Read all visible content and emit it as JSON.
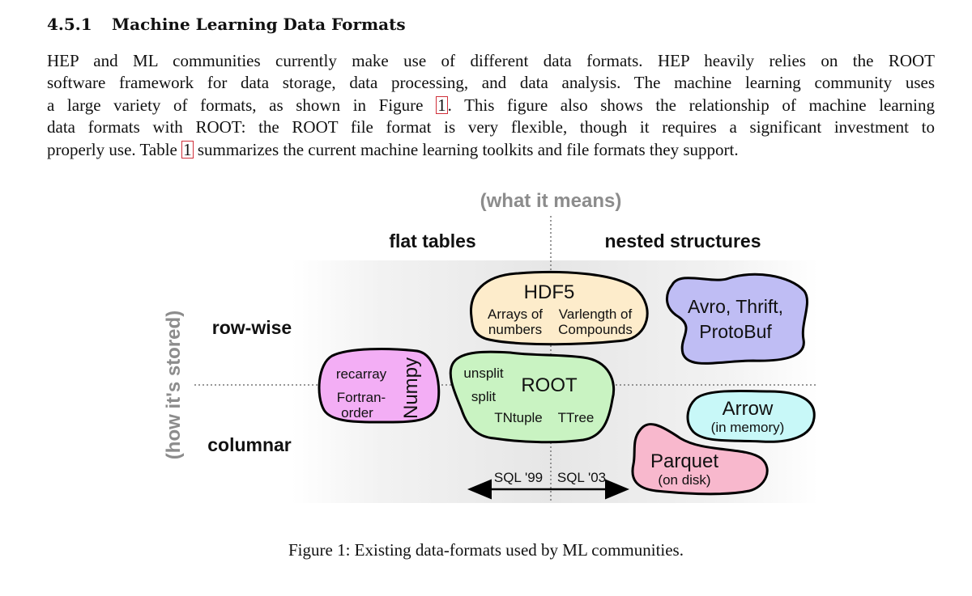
{
  "section": {
    "number": "4.5.1",
    "title": "Machine Learning Data Formats"
  },
  "paragraph": {
    "line1": "HEP and ML communities currently make use of different data formats. HEP heavily relies on the ROOT",
    "line2": "software framework for data storage, data processing, and data analysis. The machine learning community uses",
    "line3_pre": "a large variety of formats, as shown in Figure ",
    "line3_ref": "1",
    "line3_post": ". This figure also shows the relationship of machine learning",
    "line4": "data formats with ROOT: the ROOT file format is very flexible, though it requires a significant investment to",
    "line5_pre": "properly use. Table ",
    "line5_ref": "1",
    "line5_post": " summarizes the current machine learning toolkits and file formats they support."
  },
  "figure": {
    "top_axis_label": "(what it means)",
    "left_axis_label": "(how it's stored)",
    "col_flat": "flat tables",
    "col_nested": "nested structures",
    "row_rowwise": "row-wise",
    "row_columnar": "columnar",
    "hdf5": {
      "title": "HDF5",
      "left1": "Arrays of",
      "left2": "numbers",
      "right1": "Varlength of",
      "right2": "Compounds"
    },
    "avro": {
      "line1": "Avro, Thrift,",
      "line2": "ProtoBuf"
    },
    "numpy": {
      "title": "Numpy",
      "item1": "recarray",
      "item2a": "Fortran-",
      "item2b": "order"
    },
    "root": {
      "title": "ROOT",
      "unsplit": "unsplit",
      "split": "split",
      "tntuple": "TNtuple",
      "ttree": "TTree"
    },
    "arrow": {
      "title": "Arrow",
      "sub": "(in memory)"
    },
    "parquet": {
      "title": "Parquet",
      "sub": "(on disk)"
    },
    "sql_left": "SQL '99",
    "sql_right": "SQL '03",
    "colors": {
      "hdf5": "#fdeccb",
      "avro": "#bfbdf4",
      "numpy": "#f3aef5",
      "root": "#c9f3c2",
      "arrow": "#c8f8f8",
      "parquet": "#f8b8cd",
      "axis_gray": "#8c8c8c"
    }
  },
  "caption": "Figure 1: Existing data-formats used by ML communities."
}
